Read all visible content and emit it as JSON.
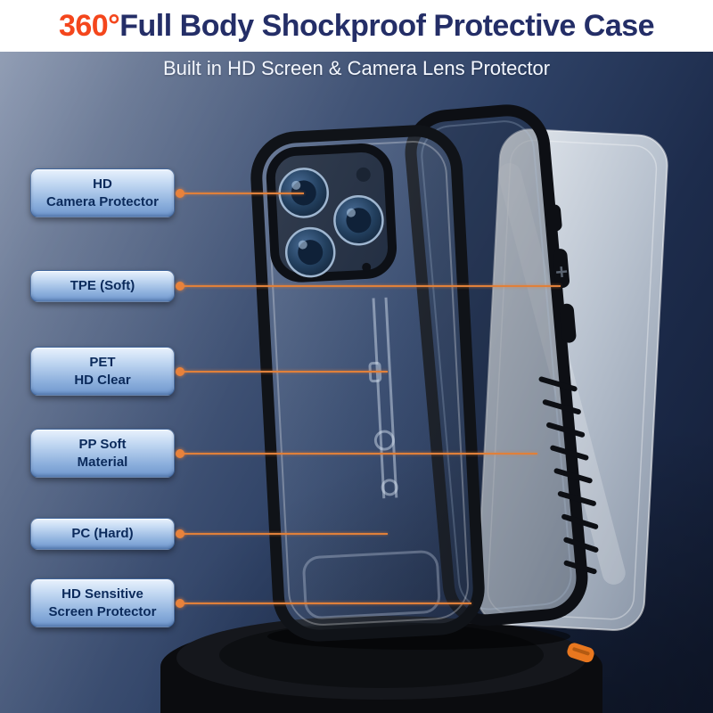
{
  "header": {
    "title_accent": "360°",
    "title_main": "Full Body Shockproof Protective Case",
    "subtitle": "Built in HD Screen & Camera Lens Protector"
  },
  "callouts": [
    {
      "line1": "HD",
      "line2": "Camera Protector"
    },
    {
      "line1": "TPE (Soft)",
      "line2": ""
    },
    {
      "line1": "PET",
      "line2": "HD Clear"
    },
    {
      "line1": "PP Soft",
      "line2": "Material"
    },
    {
      "line1": "PC (Hard)",
      "line2": ""
    },
    {
      "line1": "HD Sensitive",
      "line2": "Screen Protector"
    }
  ],
  "colors": {
    "title_accent_orange": "#f4461c",
    "title_navy": "#242e67",
    "label_text_navy": "#0b2a5b",
    "connector_orange": "#e0803a",
    "background_blue": "#2e4165",
    "case_black": "#101318"
  }
}
